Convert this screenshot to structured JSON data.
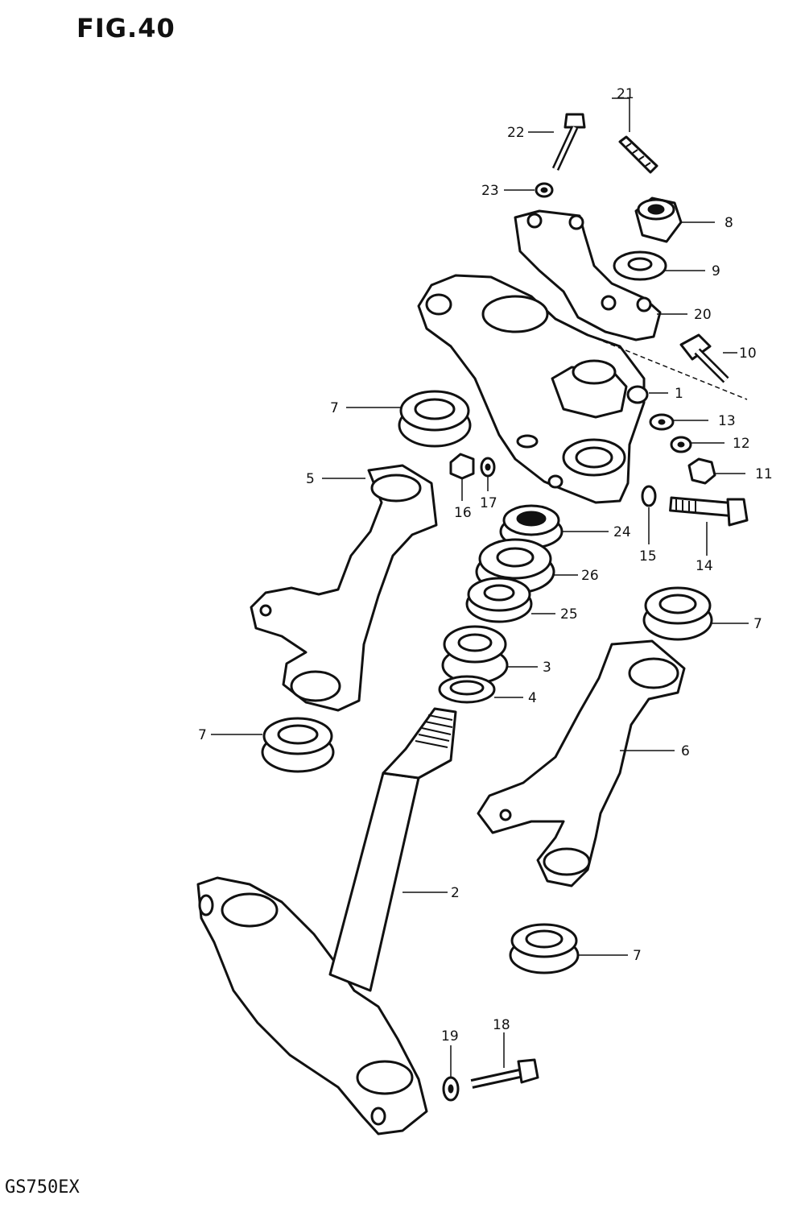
{
  "figure": {
    "title": "FIG.40",
    "model_code": "GS750EX"
  },
  "callouts": [
    {
      "id": "c1",
      "label": "1"
    },
    {
      "id": "c2",
      "label": "2"
    },
    {
      "id": "c3",
      "label": "3"
    },
    {
      "id": "c4",
      "label": "4"
    },
    {
      "id": "c5",
      "label": "5"
    },
    {
      "id": "c6",
      "label": "6"
    },
    {
      "id": "c7a",
      "label": "7"
    },
    {
      "id": "c7b",
      "label": "7"
    },
    {
      "id": "c7c",
      "label": "7"
    },
    {
      "id": "c7d",
      "label": "7"
    },
    {
      "id": "c8",
      "label": "8"
    },
    {
      "id": "c9",
      "label": "9"
    },
    {
      "id": "c10",
      "label": "10"
    },
    {
      "id": "c11",
      "label": "11"
    },
    {
      "id": "c12",
      "label": "12"
    },
    {
      "id": "c13",
      "label": "13"
    },
    {
      "id": "c14",
      "label": "14"
    },
    {
      "id": "c15",
      "label": "15"
    },
    {
      "id": "c16",
      "label": "16"
    },
    {
      "id": "c17",
      "label": "17"
    },
    {
      "id": "c18",
      "label": "18"
    },
    {
      "id": "c19",
      "label": "19"
    },
    {
      "id": "c20",
      "label": "20"
    },
    {
      "id": "c21",
      "label": "21"
    },
    {
      "id": "c22",
      "label": "22"
    },
    {
      "id": "c23",
      "label": "23"
    },
    {
      "id": "c24",
      "label": "24"
    },
    {
      "id": "c25",
      "label": "25"
    },
    {
      "id": "c26",
      "label": "26"
    }
  ]
}
